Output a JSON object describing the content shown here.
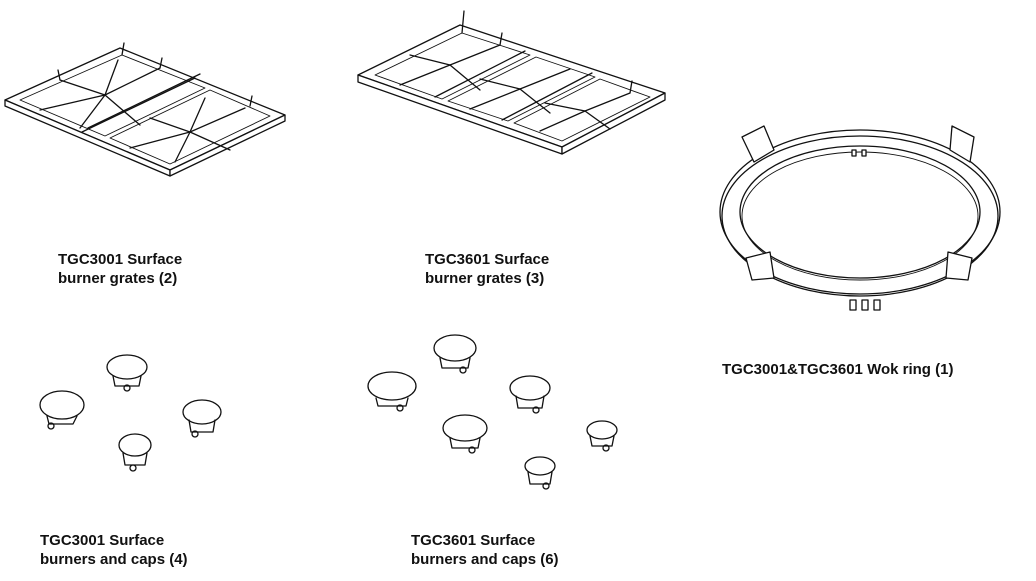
{
  "items": {
    "grates_3001": {
      "line1": "TGC3001 Surface",
      "line2": "burner grates (2)"
    },
    "grates_3601": {
      "line1": "TGC3601 Surface",
      "line2": "burner grates (3)"
    },
    "wok_ring": {
      "line1": "TGC3001&TGC3601 Wok ring (1)"
    },
    "burners_3001": {
      "line1": "TGC3001 Surface",
      "line2": "burners and caps (4)"
    },
    "burners_3601": {
      "line1": "TGC3601 Surface",
      "line2": "burners and caps (6)"
    }
  },
  "colors": {
    "line": "#111111",
    "background": "#ffffff"
  },
  "icons": [
    "grate-icon",
    "wok-ring-icon",
    "burner-cap-icon"
  ]
}
